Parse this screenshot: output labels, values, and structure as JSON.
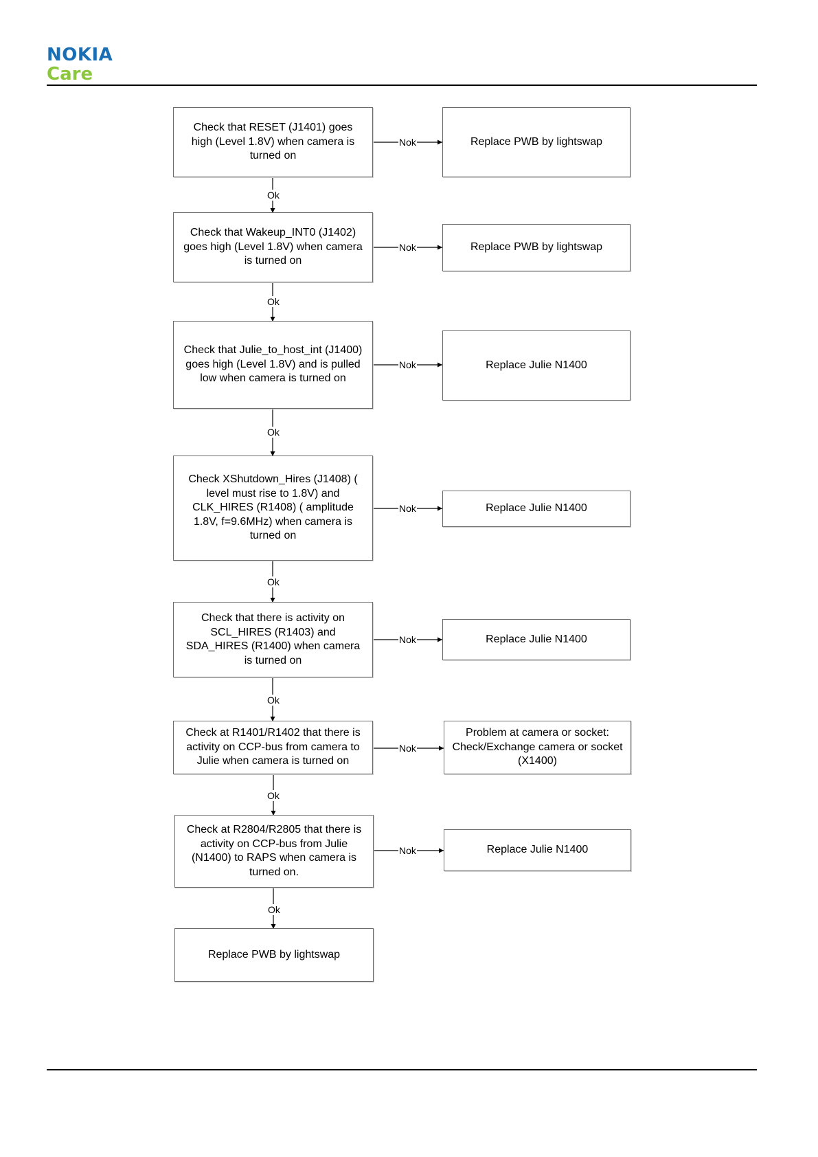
{
  "header": {
    "brand": "NOKIA",
    "sub": "Care"
  },
  "colors": {
    "brand_blue": "#1a6fb4",
    "care_green": "#8cc63f",
    "line": "#000000"
  },
  "edges": {
    "ok_label": "Ok",
    "nok_label": "Nok"
  },
  "checks": [
    {
      "text": "Check that RESET (J1401) goes\nhigh (Level 1.8V) when camera is\nturned on"
    },
    {
      "text": "Check that Wakeup_INT0 (J1402)\ngoes high (Level 1.8V) when camera\nis turned on"
    },
    {
      "text": "Check that Julie_to_host_int (J1400)\ngoes high (Level 1.8V) and is pulled\nlow when camera is turned on"
    },
    {
      "text": "Check XShutdown_Hires (J1408) (\nlevel must rise to 1.8V) and\nCLK_HIRES (R1408) ( amplitude\n1.8V, f=9.6MHz) when camera is\nturned on"
    },
    {
      "text": "Check that there is activity on\nSCL_HIRES (R1403) and\nSDA_HIRES (R1400) when camera\nis turned on"
    },
    {
      "text": "Check at R1401/R1402 that there is\nactivity on CCP-bus from camera to\nJulie when camera is turned on"
    },
    {
      "text": "Check at R2804/R2805 that there is\nactivity on CCP-bus from Julie\n(N1400) to RAPS when camera is\nturned on."
    }
  ],
  "actions": [
    {
      "text": "Replace PWB by lightswap"
    },
    {
      "text": "Replace PWB by lightswap"
    },
    {
      "text": "Replace Julie N1400"
    },
    {
      "text": "Replace Julie N1400"
    },
    {
      "text": "Replace Julie N1400"
    },
    {
      "text": "Problem at camera or socket:\nCheck/Exchange camera or socket\n(X1400)"
    },
    {
      "text": "Replace Julie N1400"
    }
  ],
  "final": {
    "text": "Replace PWB by lightswap"
  }
}
